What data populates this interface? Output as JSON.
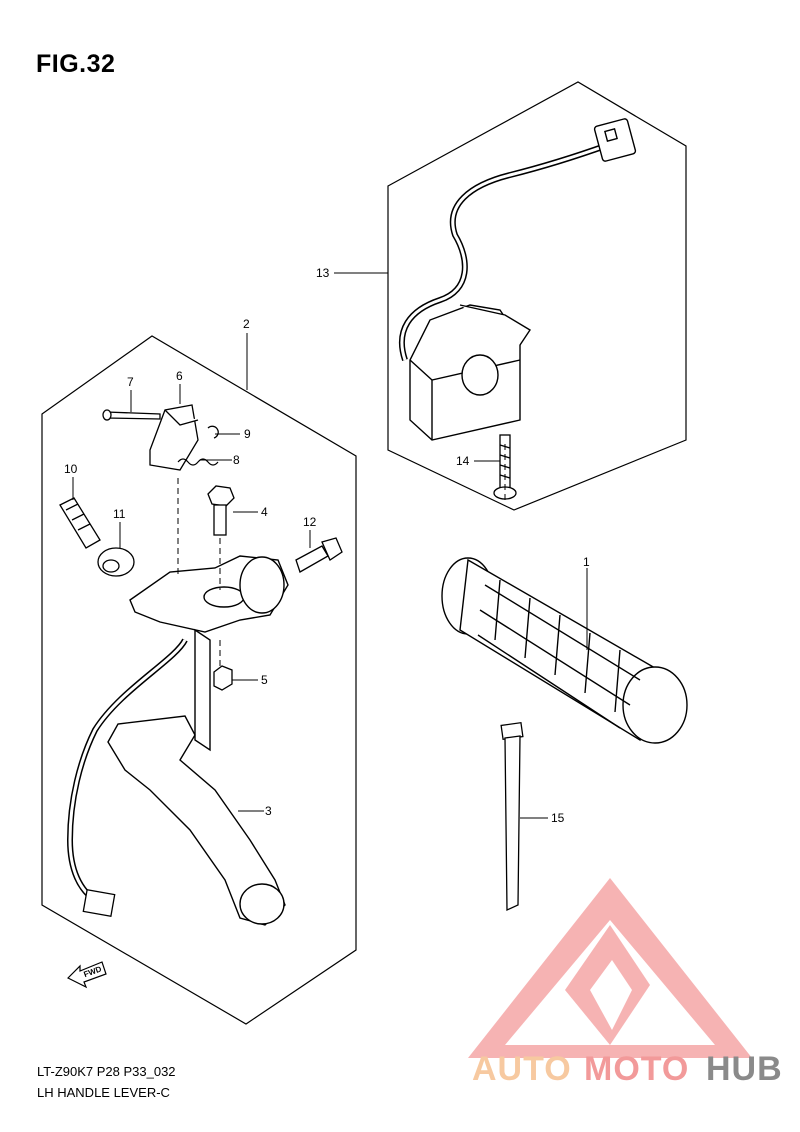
{
  "figure": {
    "title": "FIG.32",
    "model_code": "LT-Z90K7 P28 P33_032",
    "section_title": "LH HANDLE LEVER-C"
  },
  "callouts": [
    {
      "id": "1",
      "label": "1"
    },
    {
      "id": "2",
      "label": "2"
    },
    {
      "id": "3",
      "label": "3"
    },
    {
      "id": "4",
      "label": "4"
    },
    {
      "id": "5",
      "label": "5"
    },
    {
      "id": "6",
      "label": "6"
    },
    {
      "id": "7",
      "label": "7"
    },
    {
      "id": "8",
      "label": "8"
    },
    {
      "id": "9",
      "label": "9"
    },
    {
      "id": "10",
      "label": "10"
    },
    {
      "id": "11",
      "label": "11"
    },
    {
      "id": "12",
      "label": "12"
    },
    {
      "id": "13",
      "label": "13"
    },
    {
      "id": "14",
      "label": "14"
    },
    {
      "id": "15",
      "label": "15"
    }
  ],
  "direction_marker": "FWD",
  "watermark": {
    "part1": "AUTO",
    "part2": "MOTO",
    "part3": "HUB",
    "color_light": "#f7c9a0",
    "color_red": "#f29a9a",
    "color_gray": "#8a8a8a"
  }
}
